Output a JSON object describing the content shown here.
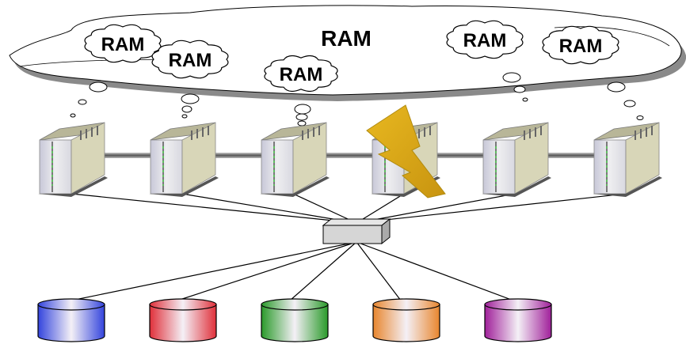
{
  "diagram": {
    "type": "shared-memory-cluster",
    "shared_memory_label": "RAM",
    "node_memory_labels": [
      "RAM",
      "RAM",
      "RAM",
      "RAM",
      "RAM"
    ],
    "nodes": [
      {
        "name": "server-1",
        "status": "ok"
      },
      {
        "name": "server-2",
        "status": "ok"
      },
      {
        "name": "server-3",
        "status": "ok"
      },
      {
        "name": "server-4",
        "status": "failed"
      },
      {
        "name": "server-5",
        "status": "ok"
      },
      {
        "name": "server-6",
        "status": "ok"
      }
    ],
    "switch": {
      "name": "network-switch"
    },
    "disks": [
      {
        "name": "disk-blue",
        "color": "#3344dd"
      },
      {
        "name": "disk-red",
        "color": "#e0303a"
      },
      {
        "name": "disk-green",
        "color": "#2a9a2a"
      },
      {
        "name": "disk-orange",
        "color": "#e8862e"
      },
      {
        "name": "disk-purple",
        "color": "#a0209a"
      }
    ],
    "colors": {
      "lightning": "#d9a81a",
      "server_body": "#d8d6b8",
      "led": "#22dd22",
      "cloud_shadow": "#888888"
    }
  }
}
